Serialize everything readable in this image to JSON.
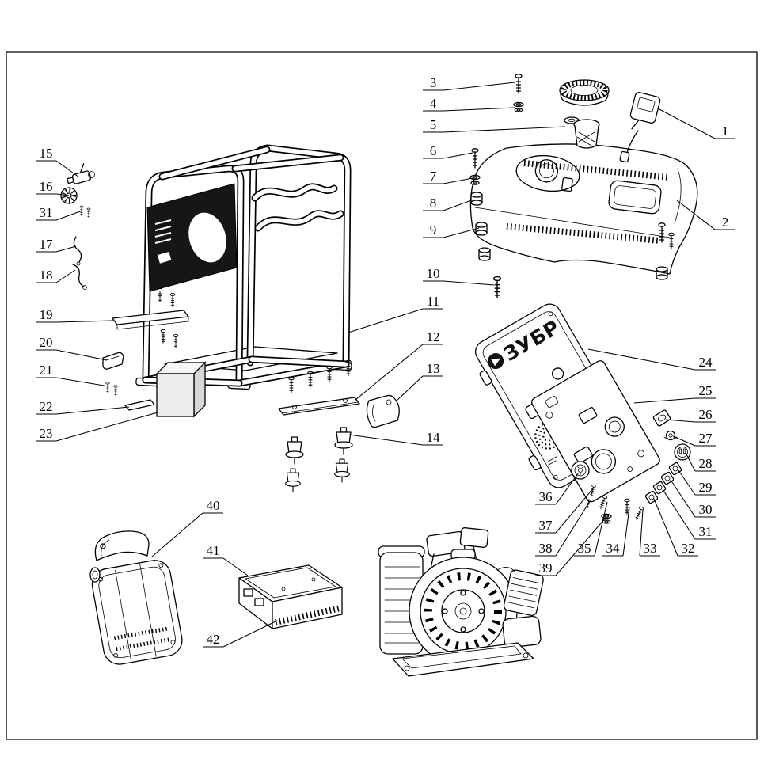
{
  "brand": {
    "logo_text": "ЗУБР"
  },
  "colors": {
    "ink": "#000000",
    "paper": "#ffffff",
    "panel_dark": "#161616"
  },
  "callouts": {
    "c1": "1",
    "c2": "2",
    "c3": "3",
    "c4": "4",
    "c5": "5",
    "c6": "6",
    "c7": "7",
    "c8": "8",
    "c9": "9",
    "c10": "10",
    "c11": "11",
    "c12": "12",
    "c13": "13",
    "c14": "14",
    "c15": "15",
    "c16": "16",
    "c17": "17",
    "c18": "18",
    "c19": "19",
    "c20": "20",
    "c21": "21",
    "c22": "22",
    "c23": "23",
    "c24": "24",
    "c25": "25",
    "c26": "26",
    "c27": "27",
    "c28": "28",
    "c29": "29",
    "c30": "30",
    "c31": "31",
    "c31L": "31",
    "c32": "32",
    "c33": "33",
    "c34": "34",
    "c35": "35",
    "c36": "36",
    "c37": "37",
    "c38": "38",
    "c39": "39",
    "c40": "40",
    "c41": "41",
    "c42": "42"
  }
}
